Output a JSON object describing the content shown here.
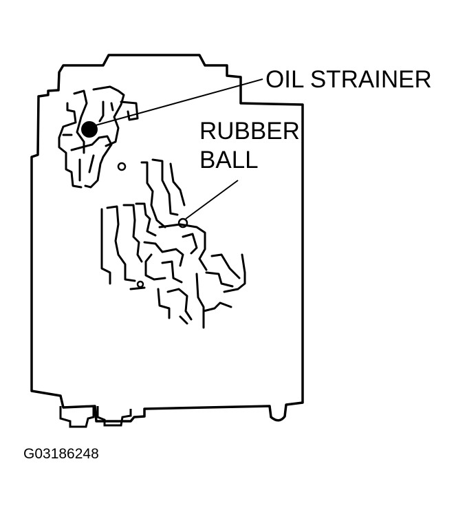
{
  "labels": {
    "oil_strainer": "OIL STRAINER",
    "rubber_ball_line1": "RUBBER",
    "rubber_ball_line2": "BALL"
  },
  "figure_id": "G03186248",
  "colors": {
    "ink": "#000000",
    "paper": "#ffffff"
  }
}
